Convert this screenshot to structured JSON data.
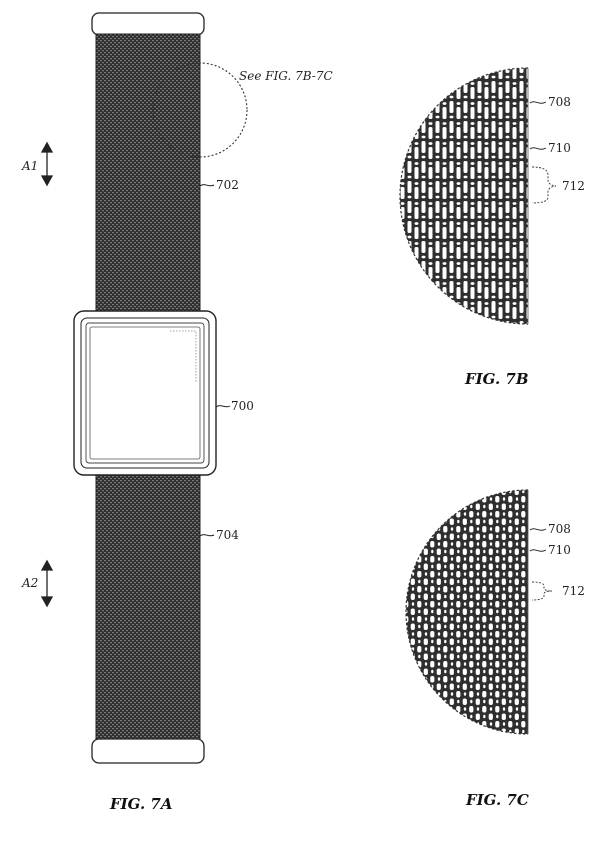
{
  "figures": {
    "fig_7a": {
      "caption": "FIG. 7A",
      "see_note": "See FIG. 7B-7C",
      "labels": {
        "axis_a1": "A1",
        "axis_a2": "A2",
        "band_upper": "702",
        "device": "700",
        "band_lower": "704"
      }
    },
    "fig_7b": {
      "caption": "FIG. 7B",
      "labels": {
        "element_708": "708",
        "element_710": "710",
        "element_712": "712"
      }
    },
    "fig_7c": {
      "caption": "FIG. 7C",
      "labels": {
        "element_708": "708",
        "element_710": "710",
        "element_712": "712"
      }
    }
  },
  "colors": {
    "line": "#222222",
    "mesh_dark": "#3a3a3a",
    "mesh_light": "#ffffff"
  }
}
